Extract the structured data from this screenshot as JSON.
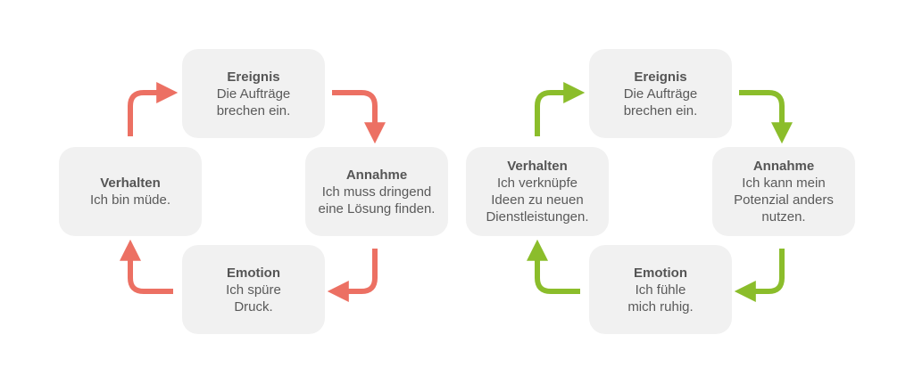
{
  "colors": {
    "left_arrow": "#ec7063",
    "right_arrow": "#8bbd2b",
    "box_fill": "#f1f1f1",
    "text": "#5a5a5a"
  },
  "left": {
    "ereignis": {
      "title": "Ereignis",
      "text": "Die Aufträge\nbrechen ein."
    },
    "annahme": {
      "title": "Annahme",
      "text": "Ich muss dringend\neine Lösung finden."
    },
    "emotion": {
      "title": "Emotion",
      "text": "Ich spüre\nDruck."
    },
    "verhalten": {
      "title": "Verhalten",
      "text": "Ich bin müde."
    }
  },
  "right": {
    "ereignis": {
      "title": "Ereignis",
      "text": "Die Aufträge\nbrechen ein."
    },
    "annahme": {
      "title": "Annahme",
      "text": "Ich kann mein\nPotenzial anders\nnutzen."
    },
    "emotion": {
      "title": "Emotion",
      "text": "Ich fühle\nmich ruhig."
    },
    "verhalten": {
      "title": "Verhalten",
      "text": "Ich verknüpfe\nIdeen zu neuen\nDienstleistungen."
    }
  }
}
